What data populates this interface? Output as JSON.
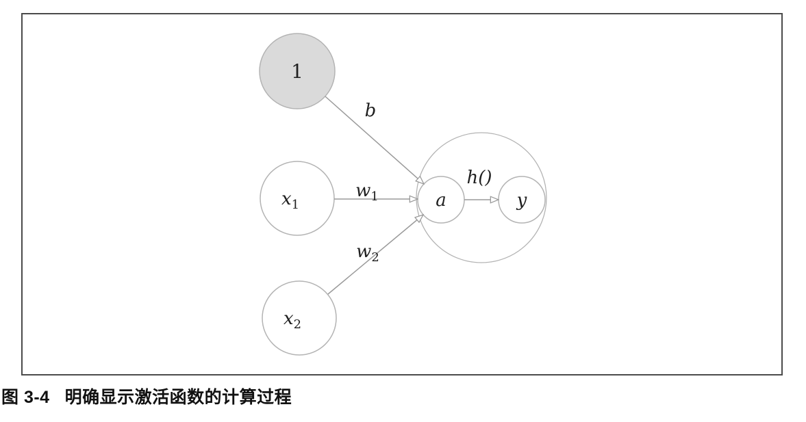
{
  "colors": {
    "frame_border": "#4a4a4a",
    "node_stroke": "#b3b3b3",
    "bias_fill": "#dadada",
    "edge_line": "#9a9a9a",
    "text": "#1f1f1f"
  },
  "caption": {
    "label": "图 3-4",
    "text": "明确显示激活函数的计算过程"
  },
  "diagram": {
    "nodes": {
      "bias": {
        "label": "1"
      },
      "x1": {
        "base": "x",
        "sub": "1"
      },
      "x2": {
        "base": "x",
        "sub": "2"
      },
      "a": {
        "label": "a"
      },
      "y": {
        "label": "y"
      }
    },
    "edges": {
      "bias_to_a": {
        "label": "b"
      },
      "x1_to_a": {
        "base": "w",
        "sub": "1"
      },
      "x2_to_a": {
        "base": "w",
        "sub": "2"
      },
      "a_to_y": {
        "label": "h()"
      }
    }
  }
}
